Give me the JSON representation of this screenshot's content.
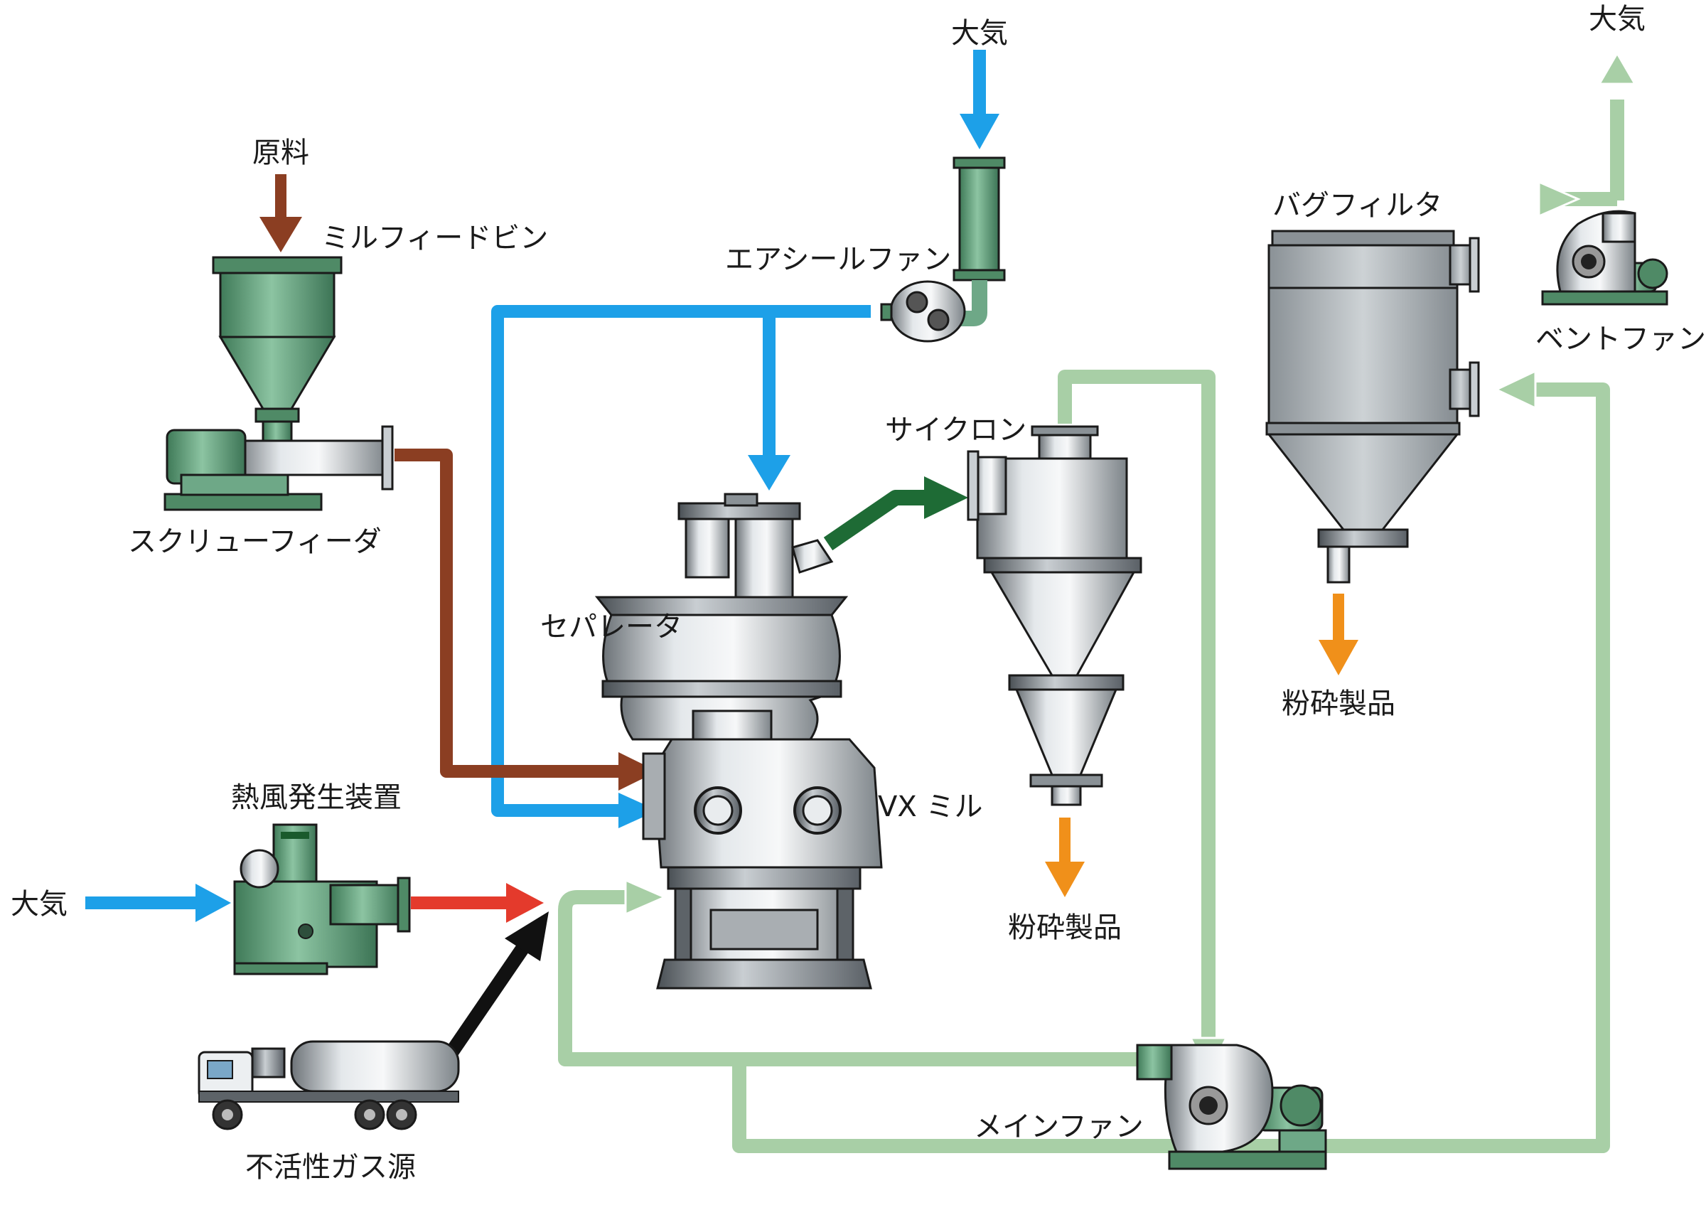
{
  "colors": {
    "material_brown": "#8B3E22",
    "air_blue": "#1DA0E8",
    "hot_air_red": "#E43A2C",
    "inert_black": "#111111",
    "product_dark_green": "#1E6B35",
    "recycle_light_green": "#A8CFA6",
    "product_orange": "#F0901A",
    "equipment_green": "#5E9E78",
    "equipment_steel": "#B8BEC3"
  },
  "labels": {
    "raw_material": "原料",
    "mill_feed_bin": "ミルフィードビン",
    "screw_feeder": "スクリューフィーダ",
    "air_seal_fan": "エアシールファン",
    "atmosphere_top": "大気",
    "separator": "セパレータ",
    "vx_mill": "VX ミル",
    "cyclone": "サイクロン",
    "product_cyclone": "粉砕製品",
    "bag_filter": "バグフィルタ",
    "product_bag": "粉砕製品",
    "vent_fan": "ベントファン",
    "atmosphere_vent": "大気",
    "hot_air_generator": "熱風発生装置",
    "atmosphere_left": "大気",
    "main_fan": "メインファン",
    "inert_gas_source": "不活性ガス源"
  },
  "icons": [
    "hopper-icon",
    "screw-feeder-icon",
    "fan-icon",
    "mill-icon",
    "cyclone-icon",
    "bag-filter-icon",
    "hot-air-generator-icon",
    "tanker-truck-icon"
  ]
}
